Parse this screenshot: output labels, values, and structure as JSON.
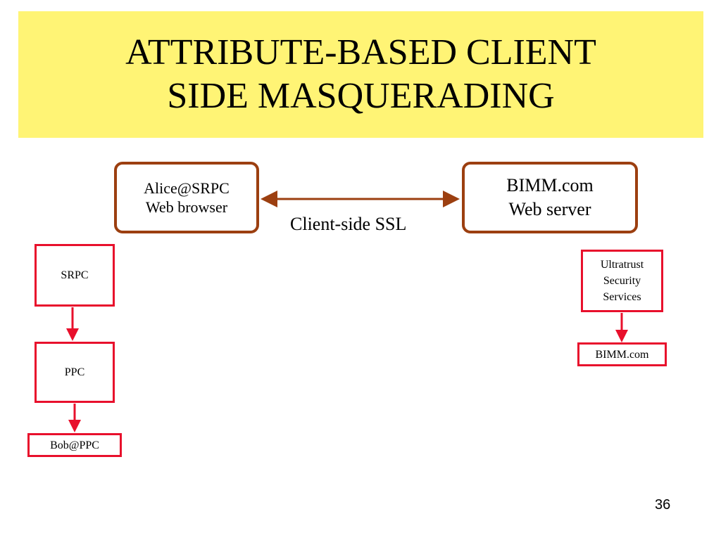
{
  "title": {
    "line1": "ATTRIBUTE-BASED CLIENT",
    "line2": "SIDE MASQUERADING"
  },
  "client": {
    "line1": "Alice@SRPC",
    "line2": "Web browser"
  },
  "server": {
    "line1": "BIMM.com",
    "line2": "Web server"
  },
  "link_label": "Client-side SSL",
  "left_chain": {
    "srpc": "SRPC",
    "ppc": "PPC",
    "user": "Bob@PPC"
  },
  "right_chain": {
    "ca_line1": "Ultratrust",
    "ca_line2": "Security",
    "ca_line3": "Services",
    "domain": "BIMM.com"
  },
  "page_number": "36",
  "colors": {
    "title_band": "#fff475",
    "rounded_border": "#9c3f10",
    "chain_border": "#e8102c",
    "ssl_arrow": "#9c3f10"
  }
}
